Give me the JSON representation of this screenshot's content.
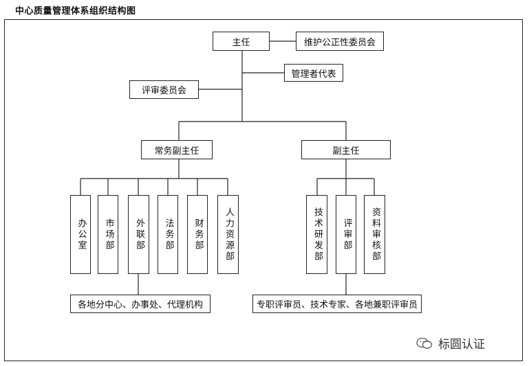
{
  "title": "中心质量管理体系组织结构图",
  "nodes": {
    "director": "主任",
    "impartiality_committee": "维护公正性委员会",
    "management_rep": "管理者代表",
    "review_committee": "评审委员会",
    "exec_deputy": "常务副主任",
    "deputy": "副主任",
    "office": "办公室",
    "market": "市场部",
    "external": "外联部",
    "legal": "法务部",
    "finance": "财务部",
    "hr": "人力资源部",
    "tech_rd": "技术研发部",
    "review_dept": "评审部",
    "records_review": "资料审核部",
    "branches": "各地分中心、办事处、代理机构",
    "reviewers": "专职评审员、技术专家、各地兼职评审员"
  },
  "watermark": "标圆认证",
  "watermark_icon": "wechat-icon"
}
